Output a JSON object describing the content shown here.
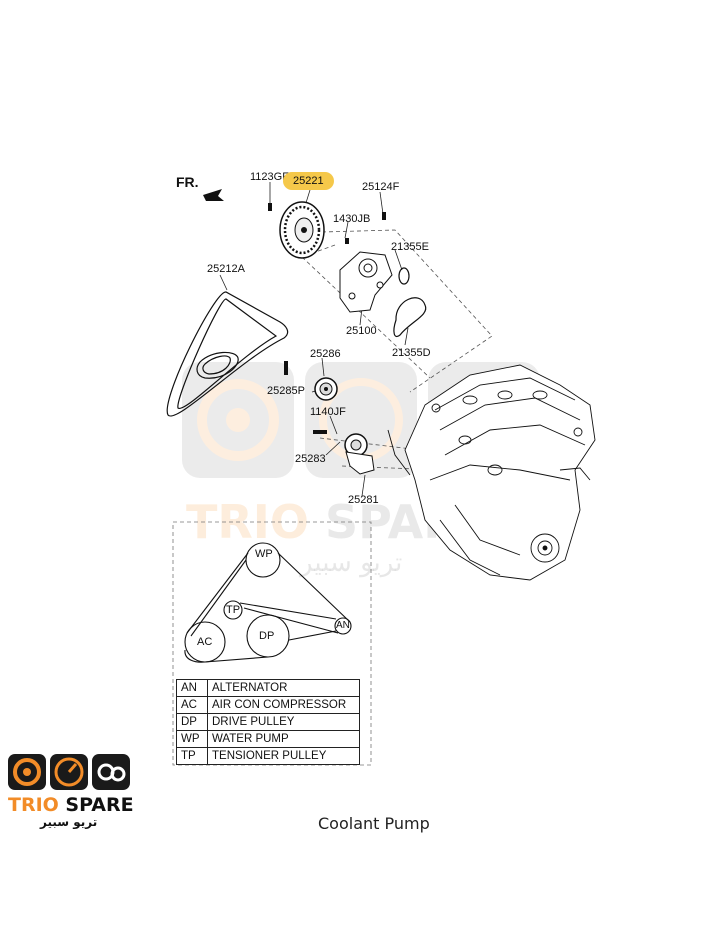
{
  "orientation_label": "FR.",
  "highlighted_part": "25221",
  "parts": [
    {
      "id": "p-1123gf",
      "label": "1123GF"
    },
    {
      "id": "p-25221",
      "label": "25221"
    },
    {
      "id": "p-25124f",
      "label": "25124F"
    },
    {
      "id": "p-1430jb",
      "label": "1430JB"
    },
    {
      "id": "p-21355e",
      "label": "21355E"
    },
    {
      "id": "p-25212a",
      "label": "25212A"
    },
    {
      "id": "p-25100",
      "label": "25100"
    },
    {
      "id": "p-21355d",
      "label": "21355D"
    },
    {
      "id": "p-25286",
      "label": "25286"
    },
    {
      "id": "p-25285p",
      "label": "25285P"
    },
    {
      "id": "p-1140jf",
      "label": "1140JF"
    },
    {
      "id": "p-25283",
      "label": "25283"
    },
    {
      "id": "p-25281",
      "label": "25281"
    }
  ],
  "belt_pulleys": {
    "wp": "WP",
    "tp": "TP",
    "ac": "AC",
    "dp": "DP",
    "an": "AN"
  },
  "legend": [
    {
      "code": "AN",
      "desc": "ALTERNATOR"
    },
    {
      "code": "AC",
      "desc": "AIR CON COMPRESSOR"
    },
    {
      "code": "DP",
      "desc": "DRIVE PULLEY"
    },
    {
      "code": "WP",
      "desc": "WATER PUMP"
    },
    {
      "code": "TP",
      "desc": "TENSIONER PULLEY"
    }
  ],
  "caption": "Coolant Pump",
  "brand": {
    "name_part1": "TRIO",
    "name_part2": " SPARE",
    "arabic": "تريو سبير",
    "accent": "#f28c28",
    "dark": "#1a1a1a"
  },
  "watermark": {
    "text_part1": "TRIO",
    "text_part2": " SPARE",
    "arabic": "تريو سبير"
  }
}
